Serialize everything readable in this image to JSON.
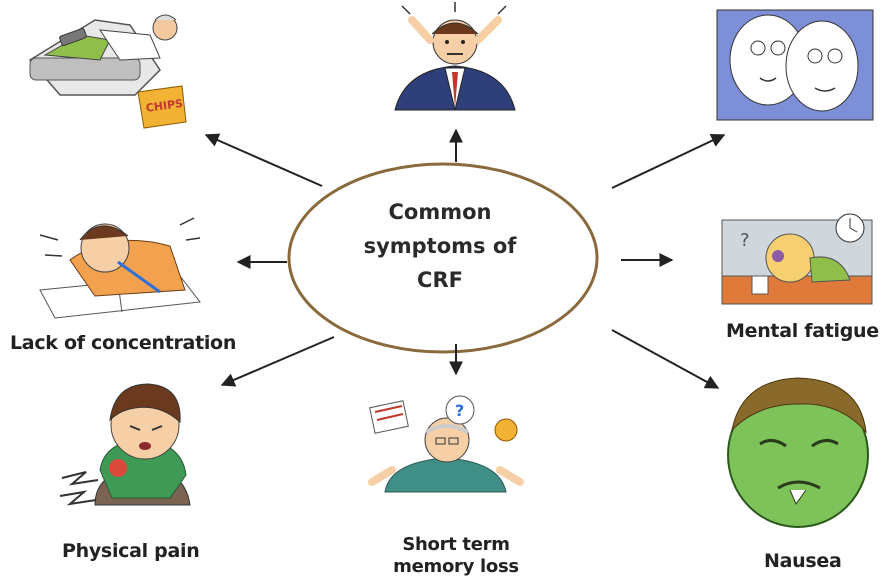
{
  "center": {
    "line1": "Common",
    "line2": "symptoms of",
    "line3": "CRF"
  },
  "symptoms": {
    "lack_of_concentration": "Lack of concentration",
    "mental_fatigue": "Mental fatigue",
    "physical_pain": "Physical pain",
    "short_term_memory_loss_line1": "Short term",
    "short_term_memory_loss_line2": "memory loss",
    "nausea": "Nausea"
  },
  "chips_text": "CHIPS",
  "colors": {
    "ellipse_stroke": "#8a6a3c",
    "arrow": "#222222",
    "nausea_face": "#7dc35a",
    "fatigue_panel": "#7d8fd6"
  }
}
